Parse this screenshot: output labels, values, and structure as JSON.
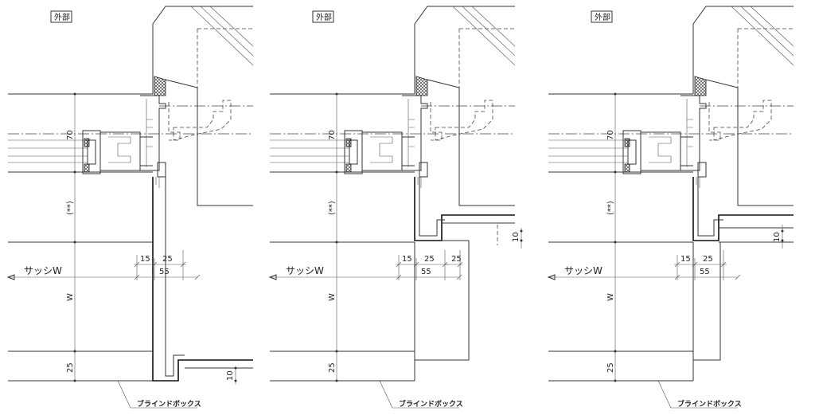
{
  "details": [
    {
      "id": "a",
      "exterior_label": "外部",
      "dim_70": "70",
      "dim_asterisk": "(**)",
      "dim_w": "W",
      "dim_25_vertical": "25",
      "dim_10": "10",
      "dim_15": "15",
      "dim_25_a": "25",
      "dim_55": "55",
      "sash_w": "サッシW",
      "box_label": "ブラインドボックス"
    },
    {
      "id": "b",
      "exterior_label": "外部",
      "dim_70": "70",
      "dim_asterisk": "(**)",
      "dim_w": "W",
      "dim_25_vertical": "25",
      "dim_10": "10",
      "dim_15": "15",
      "dim_25_a": "25",
      "dim_25_b": "25",
      "dim_55": "55",
      "sash_w": "サッシW",
      "box_label": "ブラインドボックス"
    },
    {
      "id": "c",
      "exterior_label": "外部",
      "dim_70": "70",
      "dim_asterisk": "(**)",
      "dim_w": "W",
      "dim_25_vertical": "25",
      "dim_10": "10",
      "dim_15": "15",
      "dim_25_a": "25",
      "dim_55": "55",
      "sash_w": "サッシW",
      "box_label": "ブラインドボックス"
    }
  ]
}
